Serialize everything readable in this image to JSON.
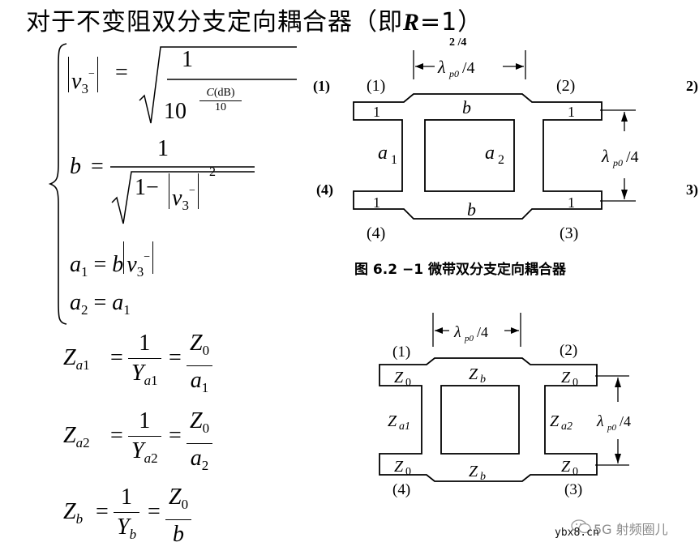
{
  "title": {
    "prefix": "对于不变阻双分支定向耦合器（即",
    "var": "R",
    "suffix": "=1）"
  },
  "equations": {
    "v3_lhs_var": "v",
    "v3_lhs_sub": "3",
    "v3_lhs_sup": "−",
    "eq_sign": "=",
    "v3_num": "1",
    "v3_base": "10",
    "v3_exp_num": "C(dB)",
    "v3_exp_den": "10",
    "b_lhs": "b",
    "b_num": "1",
    "b_den_one": "1−",
    "a1_lhs": "a",
    "a1_sub": "1",
    "a1_rhs_b": "b",
    "a2_lhs": "a",
    "a2_sub": "2",
    "a2_rhs": "a",
    "a2_rhs_sub": "1",
    "za1_Z": "Z",
    "za1_sub_a": "a",
    "za1_sub_n": "1",
    "za1_num1": "1",
    "za1_Y": "Y",
    "za1_Z0": "Z",
    "za1_Z0sub": "0",
    "za1_a": "a",
    "za2_sub_n": "2",
    "zb_sub": "b"
  },
  "diagram1": {
    "top_label": "λ_p0/4",
    "right_label": "λ_p0/4",
    "lam": "λ",
    "lam_sub": "p0",
    "lam_div": "/4",
    "port1": "(1)",
    "port2": "(2)",
    "port3": "(3)",
    "port4": "(4)",
    "outer_left_top": "(1)",
    "outer_left_bottom": "(4)",
    "outer_right_top": "2)",
    "outer_right_bottom": "3)",
    "clip_top": "2   /4",
    "stub_value": "1",
    "branch_b": "b",
    "branch_a1": "a",
    "branch_a1_sub": "1",
    "branch_a2": "a",
    "branch_a2_sub": "2"
  },
  "caption": "图 6.2 −1     微带双分支定向耦合器",
  "diagram2": {
    "port1": "(1)",
    "port2": "(2)",
    "port3": "(3)",
    "port4": "(4)",
    "stub_Z": "Z",
    "stub_sub": "0",
    "branch_Zb": "Z",
    "branch_Zb_sub": "b",
    "branch_Za1_sub": "a1",
    "branch_Za2_sub": "a2",
    "lam": "λ",
    "lam_sub": "p0",
    "lam_div": "/4"
  },
  "watermark": {
    "text": "5G 射频圈儿",
    "url": "ybx8.cn",
    "icon": "wechat-icon"
  }
}
